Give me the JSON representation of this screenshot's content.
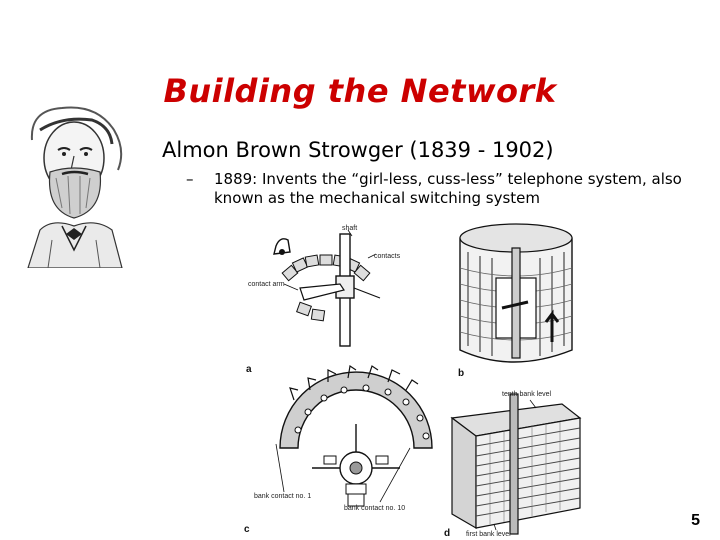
{
  "slide": {
    "title": "Building the Network",
    "main_bullet": "Almon Brown Strowger (1839 - 1902)",
    "sub_bullet_dash": "–",
    "sub_bullet": "1889: Invents the “girl-less, cuss-less” telephone system, also known as the mechanical switching system",
    "page_number": "5"
  },
  "figure": {
    "panel_a": {
      "letter": "a",
      "labels": [
        "shaft",
        "contacts",
        "contact arm"
      ]
    },
    "panel_b": {
      "letter": "b"
    },
    "panel_c": {
      "letter": "c",
      "labels": [
        "bank contact no. 1",
        "bank contact no. 10"
      ]
    },
    "panel_d": {
      "letter": "d",
      "labels": [
        "tenth bank level",
        "first bank level"
      ]
    }
  },
  "colors": {
    "title": "#cc0000",
    "text": "#000000",
    "background": "#ffffff"
  }
}
